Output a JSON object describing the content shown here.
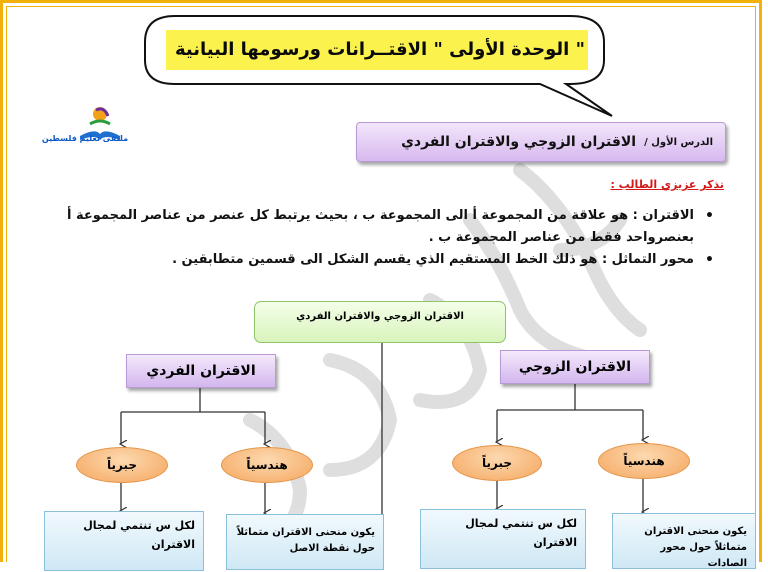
{
  "banner": {
    "title": "الوحدة الأولى \" الاقتــرانات ورسومها البيانية \""
  },
  "logo": {
    "caption": "ملتقى تعليم فلسطين"
  },
  "lesson": {
    "label": "الدرس الأول /",
    "title": "الاقتران الزوجي والاقتران الفردي"
  },
  "reminder": "تذكر عزيزي الطالب :",
  "bullets": [
    "الاقتران : هو علاقة من المجموعة  أ  الى المجموعة ب ، بحيث يرتبط كل عنصر من عناصر المجموعة أ بعنصرواحد فقط من عناصر المجموعة ب .",
    "محور التماثل : هو ذلك الخط المستقيم الذي يقسم الشكل الى قسمين متطابقين ."
  ],
  "diagram": {
    "root": "الاقتران الزوجي والاقتران الفردي",
    "odd": {
      "title": "الاقتران الفردي",
      "algebraic": "جبرياً",
      "geometric": "هندسياً",
      "algebraic_def": "لكل س تنتمي لمجال الاقتران",
      "geometric_def": "يكون منحنى الاقتران متماثلاً حول نقطة الاصل"
    },
    "even": {
      "title": "الاقتران الزوجي",
      "algebraic": "جبرياً",
      "geometric": "هندسياً",
      "algebraic_def": "لكل س تنتمي لمجال الاقتران",
      "geometric_def": "يكون منحنى الاقتران متماثلاً حول محور الصادات"
    }
  },
  "colors": {
    "page_border": "#f2b10a",
    "banner_fill": "#fcf24e",
    "lesson_fill": "#d7b9ef",
    "reminder_text": "#d21a1a",
    "root_fill": "#d9f3bc",
    "oval_fill": "#f5a65e",
    "def_fill": "#cfe8f5",
    "watermark": "#b5b5b5"
  }
}
